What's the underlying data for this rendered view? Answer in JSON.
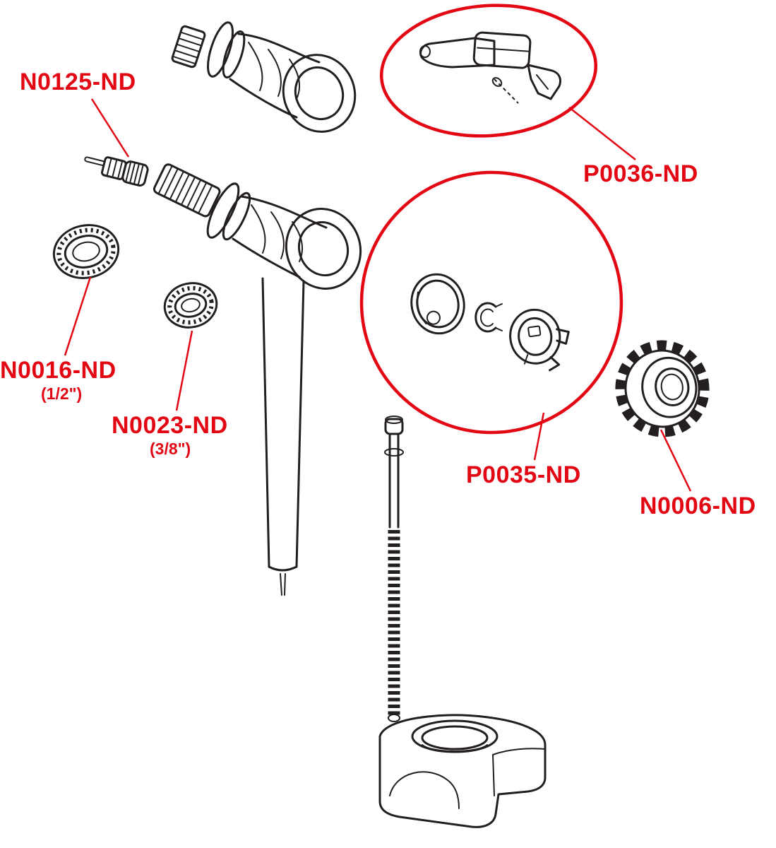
{
  "colors": {
    "label_red": "#e30613",
    "line_black": "#231f20",
    "background": "#ffffff"
  },
  "labels": {
    "n0125": {
      "text": "N0125-ND"
    },
    "p0036": {
      "text": "P0036-ND"
    },
    "n0016": {
      "text": "N0016-ND",
      "size_note": "(1/2\")"
    },
    "n0023": {
      "text": "N0023-ND",
      "size_note": "(3/8\")"
    },
    "p0035": {
      "text": "P0035-ND"
    },
    "n0006": {
      "text": "N0006-ND"
    }
  },
  "parts": {
    "valve_top": "fill-valve-side-view",
    "valve_main": "fill-valve-with-drop-tube",
    "plunger": "plunger-pin",
    "washer_half_inch": "sealing-washer-1-2in",
    "washer_three_eighths": "sealing-washer-3-8in",
    "float_lever": "float-lever-assembly",
    "membrane_kit": "membrane-service-kit",
    "nut": "knurled-locking-nut",
    "rod": "threaded-adjustment-rod",
    "bracket": "float-cup-bracket"
  }
}
